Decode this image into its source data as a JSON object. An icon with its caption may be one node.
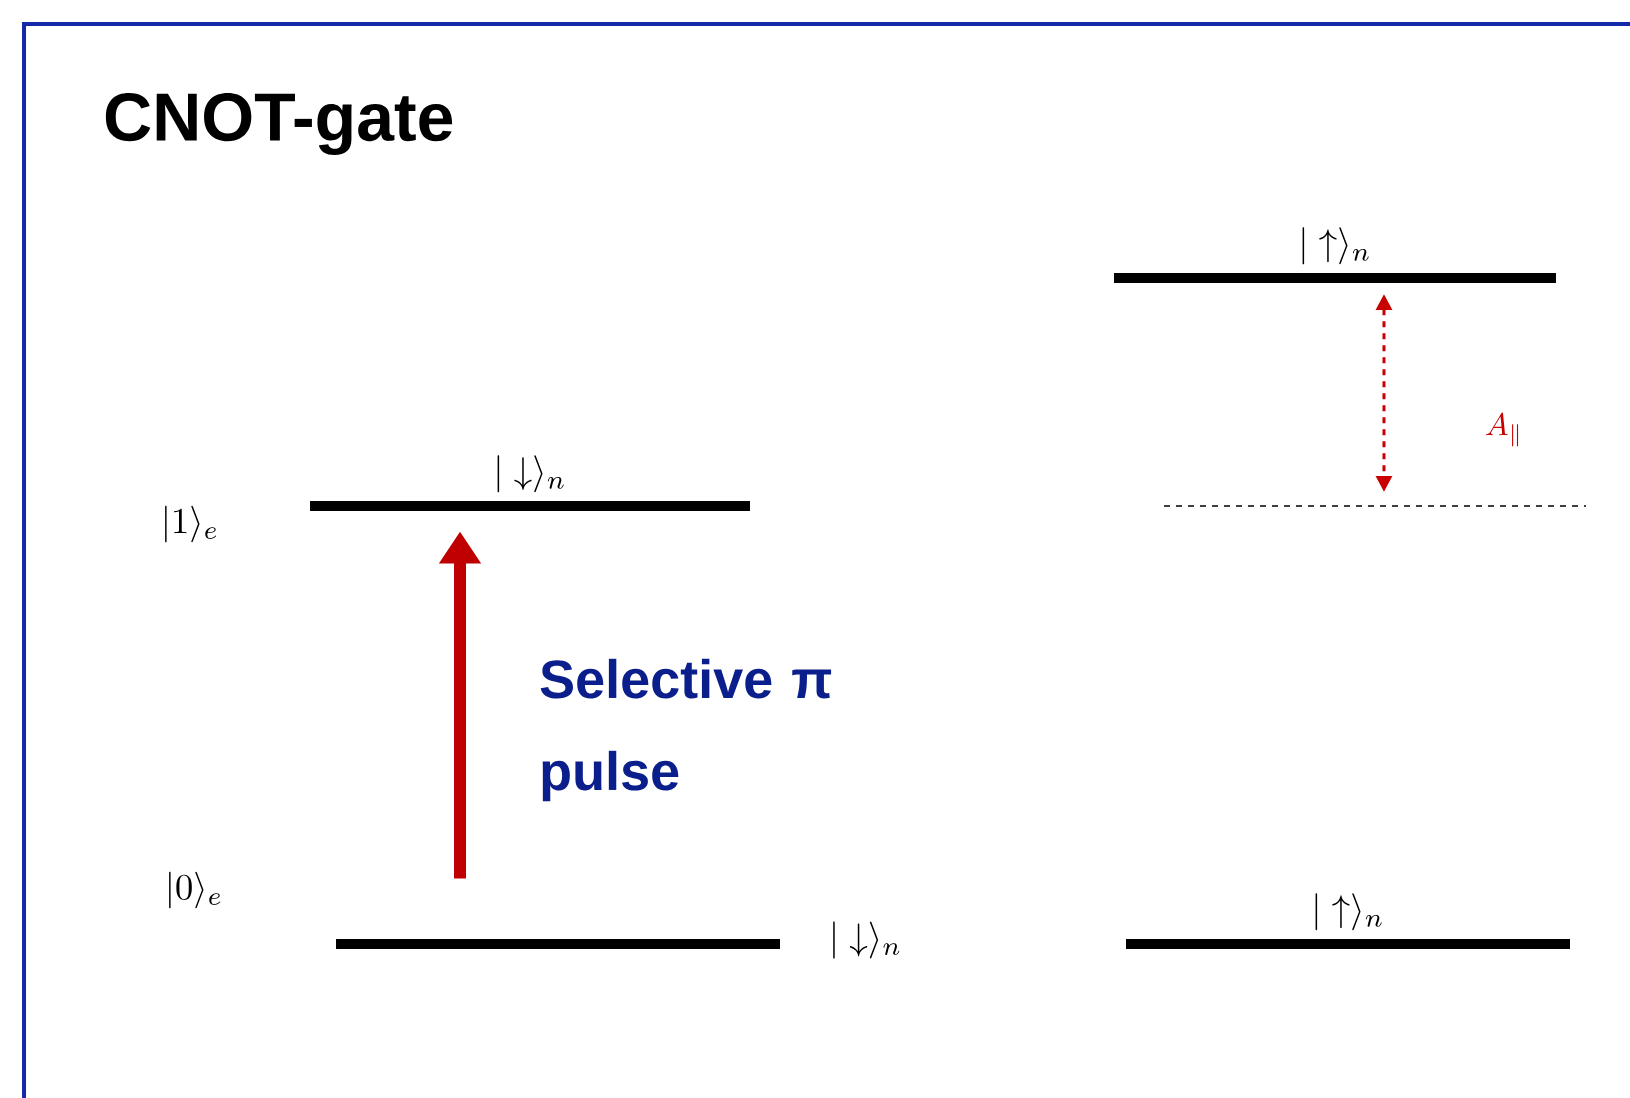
{
  "diagram": {
    "title": "CNOT-gate",
    "nodes": [
      {
        "text": [
          "|\\downarrow\\rangle_n"
        ]
      },
      {
        "text": [
          "|\\downarrow\\rangle_n"
        ]
      },
      {
        "text": [
          "|\\uparrow\\rangle_n"
        ]
      },
      {
        "text": [
          "|\\uparrow\\rangle_n"
        ]
      }
    ],
    "edges": [
      {
        "from": 1,
        "to": 0,
        "arrow": "to",
        "label": "Selective π pulse"
      }
    ],
    "labels": [
      "|1\\rangle_e",
      "A_\\parallel",
      "|0\\rangle_e"
    ]
  }
}
